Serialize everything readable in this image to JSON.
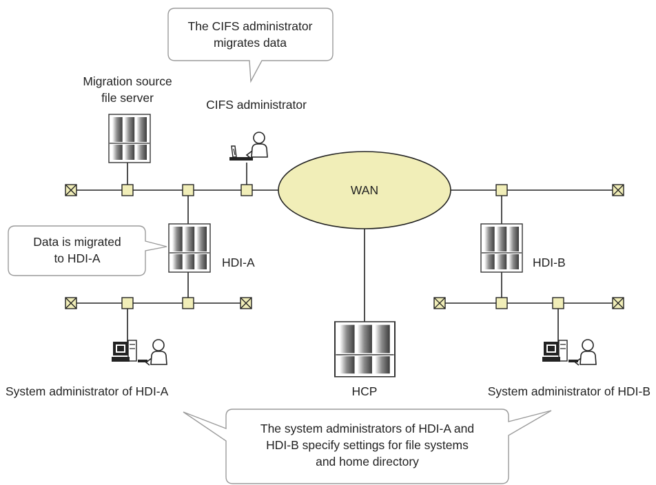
{
  "callouts": {
    "cifs_migrates": [
      "The CIFS administrator",
      "migrates data"
    ],
    "data_migrated": [
      "Data is migrated",
      "to HDI-A"
    ],
    "sysadmins_settings": [
      "The system administrators of HDI-A and",
      "HDI-B specify settings for file systems",
      "and home directory"
    ]
  },
  "labels": {
    "migration_source": [
      "Migration source",
      "file server"
    ],
    "cifs_admin": "CIFS administrator",
    "wan": "WAN",
    "hdi_a": "HDI-A",
    "hdi_b": "HDI-B",
    "hcp": "HCP",
    "sysadmin_a": "System administrator of HDI-A",
    "sysadmin_b": "System administrator of HDI-B"
  },
  "colors": {
    "node_fill": "#f1eeb8",
    "wan_fill": "#f1eeb8",
    "line": "#222222",
    "bubble_stroke": "#9a9a9a",
    "server_dark": "#5a5a5a",
    "server_light": "#e8e8e8"
  }
}
